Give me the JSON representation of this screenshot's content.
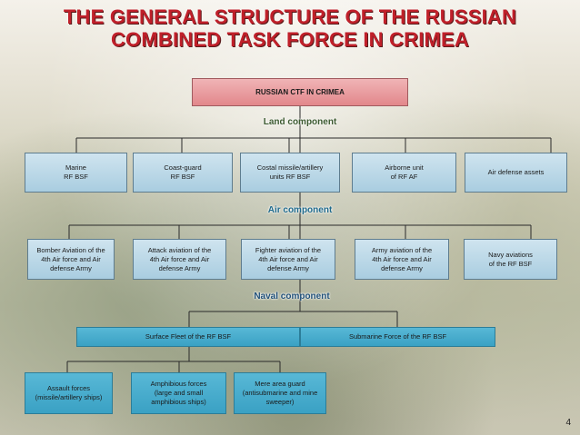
{
  "title": {
    "line1": "THE GENERAL STRUCTURE OF THE RUSSIAN",
    "line2": "COMBINED TASK FORCE IN CRIMEA"
  },
  "root": "RUSSIAN CTF IN CRIMEA",
  "sections": {
    "land": "Land component",
    "air": "Air component",
    "naval": "Naval component"
  },
  "land_units": [
    "Marine\nRF BSF",
    "Coast-guard\nRF BSF",
    "Costal missile/artillery\nunits RF BSF",
    "Airborne unit\nof RF AF",
    "Air defense assets"
  ],
  "air_units": [
    "Bomber Aviation of the\n4th Air force and Air\ndefense Army",
    "Attack aviation of the\n4th Air force and Air\ndefense Army",
    "Fighter aviation of the\n4th Air force and Air\ndefense Army",
    "Army aviation of the\n4th Air force and Air\ndefense Army",
    "Navy aviations\nof the RF BSF"
  ],
  "naval_units": {
    "surface": "Surface Fleet of the RF BSF",
    "submarine": "Submarine Force of the RF BSF",
    "sub_units": [
      "Assault forces\n(missile/artillery ships)",
      "Amphibious forces\n(large and small\namphibious ships)",
      "Mere area guard\n(antisubmarine and mine\nsweeper)"
    ]
  },
  "page_number": "4"
}
